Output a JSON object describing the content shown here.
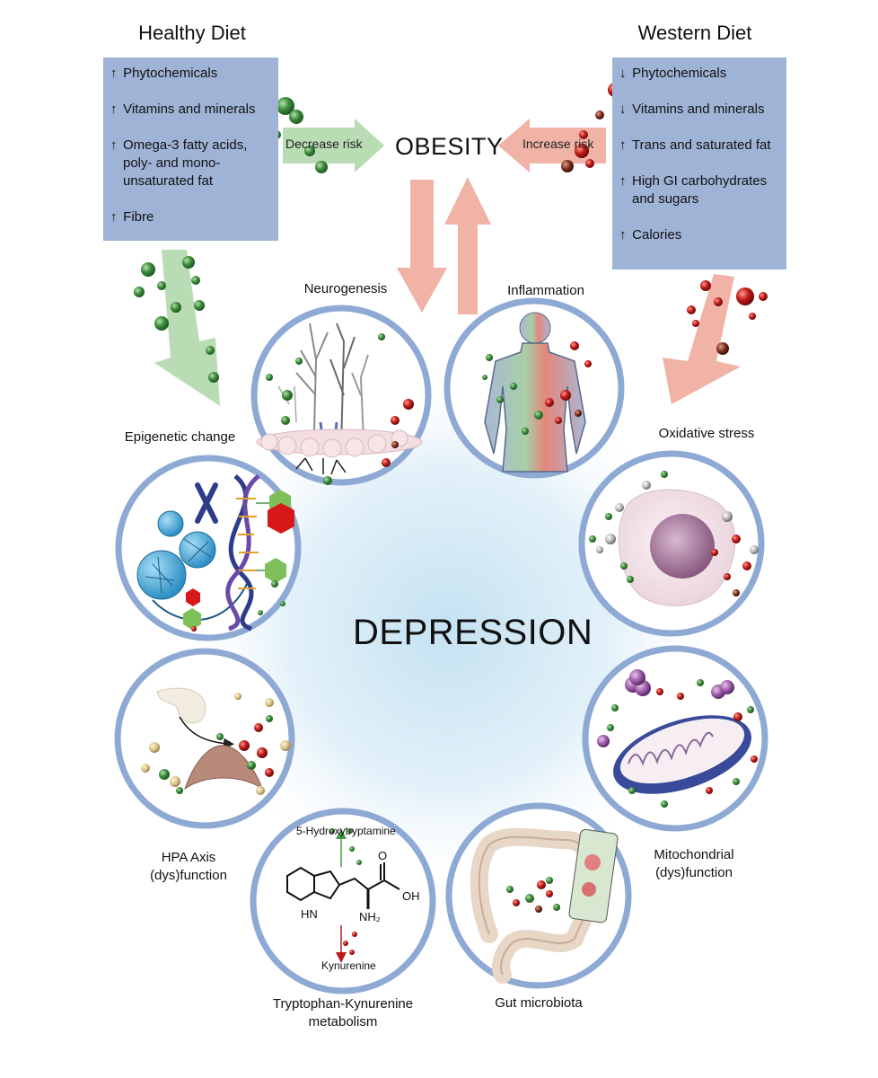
{
  "healthy": {
    "title": "Healthy Diet",
    "items": [
      {
        "arrow": "↑",
        "text": "Phytochemicals"
      },
      {
        "arrow": "↑",
        "text": "Vitamins and minerals"
      },
      {
        "arrow": "↑",
        "text": "Omega-3 fatty acids, poly- and mono-unsaturated fat"
      },
      {
        "arrow": "↑",
        "text": "Fibre"
      }
    ],
    "arrow_label": "Decrease risk"
  },
  "western": {
    "title": "Western Diet",
    "items": [
      {
        "arrow": "↓",
        "text": "Phytochemicals"
      },
      {
        "arrow": "↓",
        "text": "Vitamins and minerals"
      },
      {
        "arrow": "↑",
        "text": "Trans and saturated fat"
      },
      {
        "arrow": "↑",
        "text": "High GI carbohydrates and sugars"
      },
      {
        "arrow": "↑",
        "text": "Calories"
      }
    ],
    "arrow_label": "Increase risk"
  },
  "center": {
    "obesity": "OBESITY",
    "depression": "DEPRESSION"
  },
  "mechanisms": {
    "neurogenesis": "Neurogenesis",
    "inflammation": "Inflammation",
    "epigenetic": "Epigenetic change",
    "oxidative": "Oxidative stress",
    "hpa_line1": "HPA Axis",
    "hpa_line2": "(dys)function",
    "mito_line1": "Mitochondrial",
    "mito_line2": "(dys)function",
    "trp_line1": "Tryptophan-Kynurenine",
    "trp_line2": "metabolism",
    "gut": "Gut microbiota"
  },
  "chem": {
    "serotonin": "5-Hydroxytryptamine",
    "kynurenine": "Kynurenine",
    "oh": "OH",
    "o": "O",
    "hn": "HN",
    "nh2": "NH₂"
  },
  "colors": {
    "box": "#9fb3d6",
    "ring": "#8ea9d4",
    "green_arrow": "#b9dcb4",
    "pink_arrow": "#f0b3a6",
    "green_ball": "#3a8a3a",
    "red_ball": "#c01818"
  }
}
